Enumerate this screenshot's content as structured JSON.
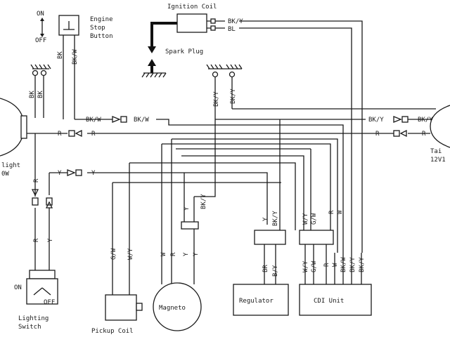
{
  "components": {
    "ignition_coil": "Ignition Coil",
    "spark_plug": "Spark Plug",
    "engine_stop_line1": "Engine",
    "engine_stop_line2": "Stop",
    "engine_stop_line3": "Button",
    "on": "ON",
    "off": "OFF",
    "headlight_line1": "light",
    "headlight_line2": "0W",
    "taillight_line1": "Tai",
    "taillight_line2": "12V1",
    "lighting_switch_line1": "Lighting",
    "lighting_switch_line2": "Switch",
    "pickup_coil": "Pickup Coil",
    "magneto": "Magneto",
    "regulator": "Regulator",
    "cdi_unit": "CDI Unit"
  },
  "wires": {
    "bk": "BK",
    "bk_w": "BK/W",
    "bk_y": "BK/Y",
    "bl": "BL",
    "r": "R",
    "y": "Y",
    "g_w": "G/W",
    "w_y": "W/Y",
    "w": "W",
    "br": "BR",
    "b_y": "B/Y"
  }
}
